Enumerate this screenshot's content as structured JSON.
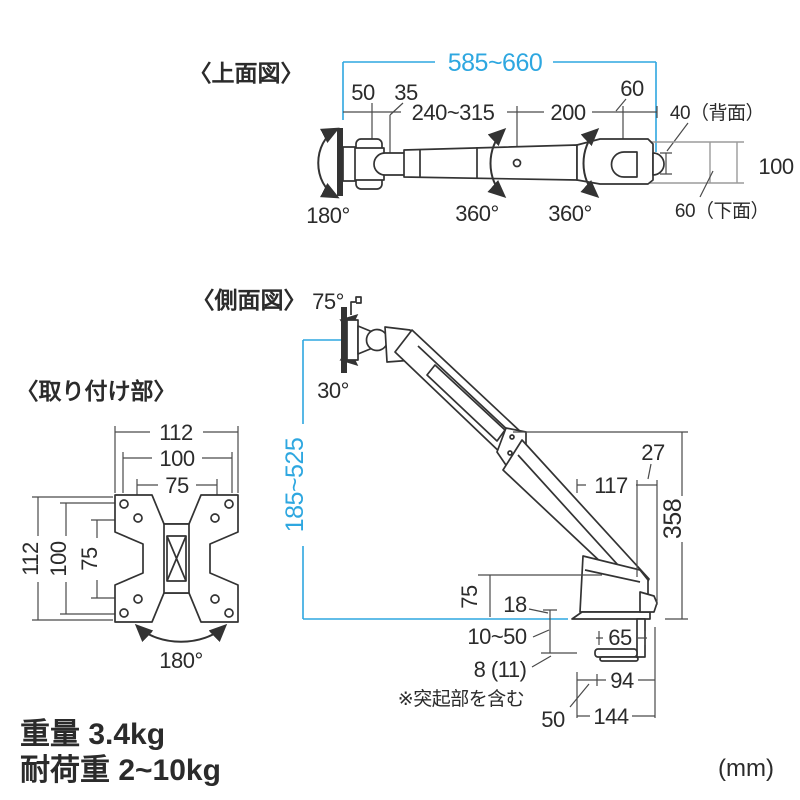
{
  "unit": "(mm)",
  "specs": {
    "weight": "重量 3.4kg",
    "load_capacity": "耐荷重 2~10kg"
  },
  "colors": {
    "accent": "#2EA7E0",
    "line": "#333333",
    "gray": "#9B9B9B"
  },
  "top_view": {
    "title": "〈上面図〉",
    "total_width": "585~660",
    "dim_50": "50",
    "dim_35": "35",
    "dim_arm1": "240~315",
    "dim_arm2": "200",
    "dim_60": "60",
    "dim_40_rear": "40（背面）",
    "dim_100": "100",
    "dim_60_bottom": "60（下面）",
    "angle_base": "180°",
    "angle_joint1": "360°",
    "angle_joint2": "360°"
  },
  "side_view": {
    "title": "〈側面図〉",
    "angle_up": "75°",
    "angle_down": "30°",
    "height_range": "185~525",
    "dim_27": "27",
    "dim_117": "117",
    "dim_358": "358",
    "dim_75": "75",
    "dim_18": "18",
    "dim_clamp_range": "10~50",
    "dim_8_11": "8 (11)",
    "note": "※突起部を含む",
    "dim_65": "65",
    "dim_94": "94",
    "dim_144": "144",
    "dim_50": "50"
  },
  "mount_view": {
    "title": "〈取り付け部〉",
    "width_112": "112",
    "width_100": "100",
    "width_75": "75",
    "height_112": "112",
    "height_100": "100",
    "height_75": "75",
    "angle_rotate": "180°"
  }
}
